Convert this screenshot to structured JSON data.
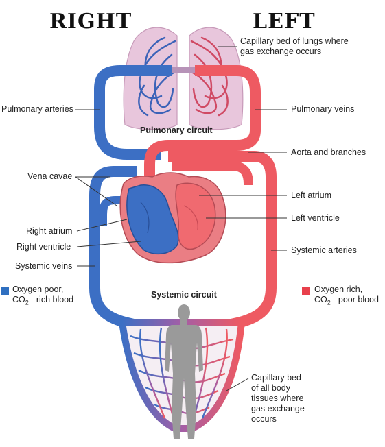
{
  "titles": {
    "right": "RIGHT",
    "left": "LEFT"
  },
  "labels": {
    "capillary_lungs_1": "Capillary bed of lungs where",
    "capillary_lungs_2": "gas exchange occurs",
    "pulmonary_arteries": "Pulmonary arteries",
    "pulmonary_veins": "Pulmonary veins",
    "pulmonary_circuit": "Pulmonary circuit",
    "aorta": "Aorta and branches",
    "vena_cavae": "Vena cavae",
    "left_atrium": "Left atrium",
    "left_ventricle": "Left ventricle",
    "right_atrium": "Right atrium",
    "right_ventricle": "Right ventricle",
    "systemic_veins": "Systemic veins",
    "systemic_arteries": "Systemic arteries",
    "systemic_circuit": "Systemic circuit",
    "capillary_body_1": "Capillary bed",
    "capillary_body_2": "of all body",
    "capillary_body_3": "tissues where",
    "capillary_body_4": "gas exchange",
    "capillary_body_5": "occurs"
  },
  "legend": {
    "poor": {
      "line1": "Oxygen poor,",
      "co2": "CO",
      "sub": "2",
      "rest": " - rich blood",
      "color": "#2f6fc0"
    },
    "rich": {
      "line1": "Oxygen rich,",
      "co2": "CO",
      "sub": "2",
      "rest": " - poor blood",
      "color": "#e8404c"
    }
  },
  "colors": {
    "blue_vessel": "#3c6fc4",
    "red_vessel": "#ee5a62",
    "lung_fill": "#e8c6dc",
    "body_silhouette": "#9a9a9a"
  }
}
